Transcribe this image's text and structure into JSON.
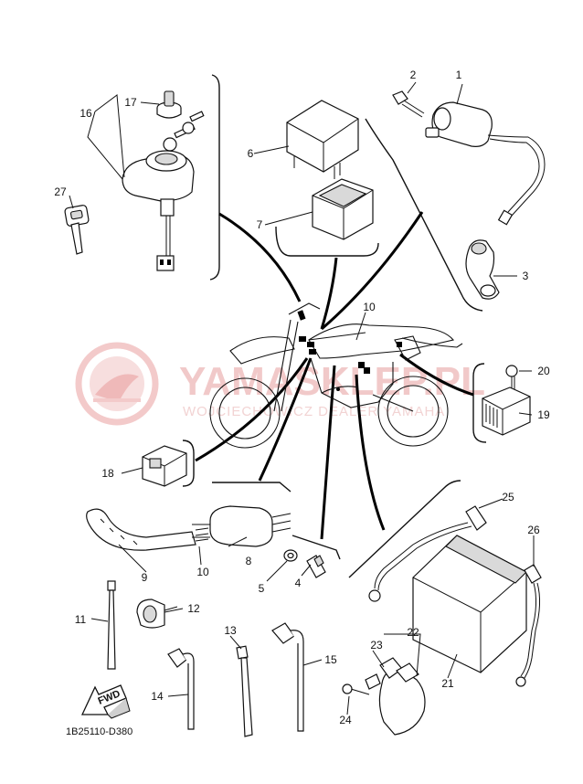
{
  "diagram": {
    "code": "1B25110-D380",
    "arrow_label": "FWD",
    "watermark": {
      "brand": "YAMASKLEP.PL",
      "tagline": "WOJCIECHOWICZ DEALER YAMAHA"
    },
    "parts": [
      {
        "id": "p1",
        "number": "1"
      },
      {
        "id": "p2",
        "number": "2"
      },
      {
        "id": "p3",
        "number": "3"
      },
      {
        "id": "p4",
        "number": "4"
      },
      {
        "id": "p5",
        "number": "5"
      },
      {
        "id": "p6",
        "number": "6"
      },
      {
        "id": "p7",
        "number": "7"
      },
      {
        "id": "p8",
        "number": "8"
      },
      {
        "id": "p9",
        "number": "9"
      },
      {
        "id": "p10a",
        "number": "10"
      },
      {
        "id": "p10b",
        "number": "10"
      },
      {
        "id": "p11",
        "number": "11"
      },
      {
        "id": "p12",
        "number": "12"
      },
      {
        "id": "p13",
        "number": "13"
      },
      {
        "id": "p14",
        "number": "14"
      },
      {
        "id": "p15",
        "number": "15"
      },
      {
        "id": "p16",
        "number": "16"
      },
      {
        "id": "p17",
        "number": "17"
      },
      {
        "id": "p18",
        "number": "18"
      },
      {
        "id": "p19",
        "number": "19"
      },
      {
        "id": "p20",
        "number": "20"
      },
      {
        "id": "p21",
        "number": "21"
      },
      {
        "id": "p22",
        "number": "22"
      },
      {
        "id": "p23",
        "number": "23"
      },
      {
        "id": "p24",
        "number": "24"
      },
      {
        "id": "p25",
        "number": "25"
      },
      {
        "id": "p26",
        "number": "26"
      },
      {
        "id": "p27",
        "number": "27"
      }
    ]
  }
}
